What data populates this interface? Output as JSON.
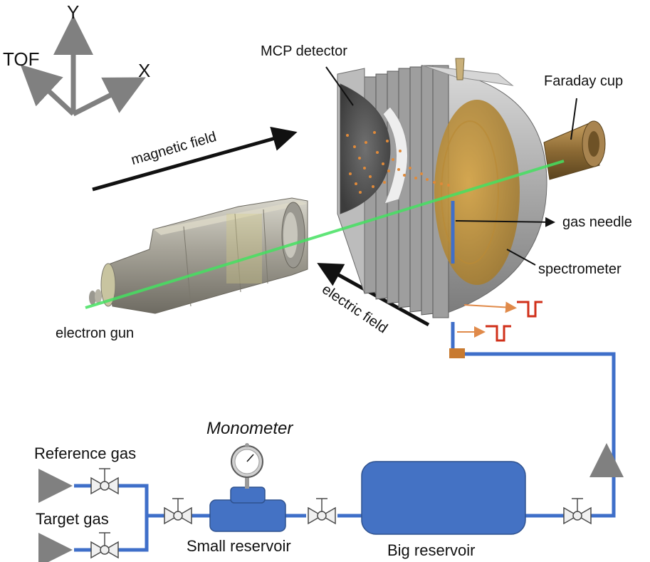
{
  "axes": {
    "y": "Y",
    "tof": "TOF",
    "x": "X"
  },
  "fields": {
    "magnetic": "magnetic field",
    "electric": "electric field"
  },
  "components": {
    "mcp": "MCP detector",
    "faraday": "Faraday cup",
    "needle": "gas needle",
    "spectrometer": "spectrometer",
    "gun": "electron gun"
  },
  "gas_line": {
    "reference": "Reference gas",
    "target": "Target gas",
    "monometer": "Monometer",
    "small_reservoir": "Small reservoir",
    "big_reservoir": "Big reservoir"
  },
  "colors": {
    "pipe": "#3f6fc9",
    "reservoir": "#4472c4",
    "beam": "#44e060",
    "pulse": "#d0301a",
    "axis": "#808080",
    "metal": "#b8b8b8",
    "gold": "#c89a3a"
  }
}
